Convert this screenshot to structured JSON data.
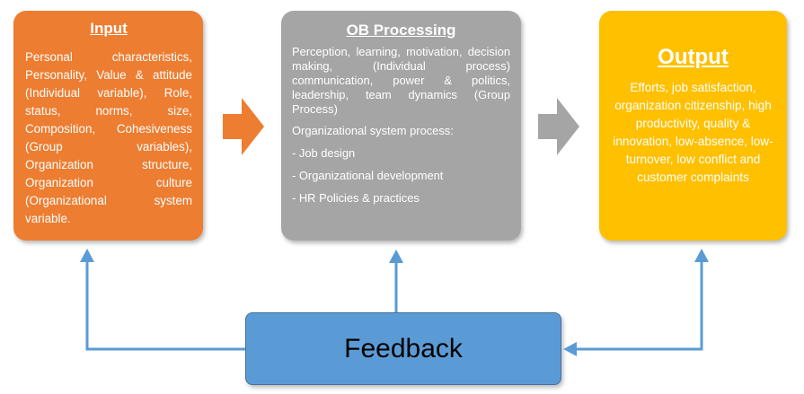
{
  "input": {
    "title": "Input",
    "body": "Personal characteristics, Personality, Value & attitude (Individual variable), Role, status, norms, size, Composition, Cohesiveness (Group variables), Organization structure, Organization culture (Organizational system variable."
  },
  "process": {
    "title": "OB Processing",
    "body": "Perception, learning, motivation, decision making, (Individual process) communication, power & politics, leadership, team dynamics (Group Process)",
    "subheading": "Organizational system process:",
    "items": [
      "- Job design",
      "- Organizational development",
      "- HR Policies & practices"
    ]
  },
  "output": {
    "title": "Output",
    "body": "Efforts, job satisfaction, organization citizenship, high productivity, quality & innovation, low-absence, low-turnover, low conflict and customer complaints"
  },
  "feedback": {
    "label": "Feedback"
  },
  "colors": {
    "input": "#ed7d31",
    "process": "#a5a5a5",
    "output": "#ffc000",
    "feedback": "#5b9bd5",
    "arrow_orange": "#ed7d31",
    "arrow_gray": "#a5a5a5",
    "arrow_blue": "#5b9bd5"
  }
}
